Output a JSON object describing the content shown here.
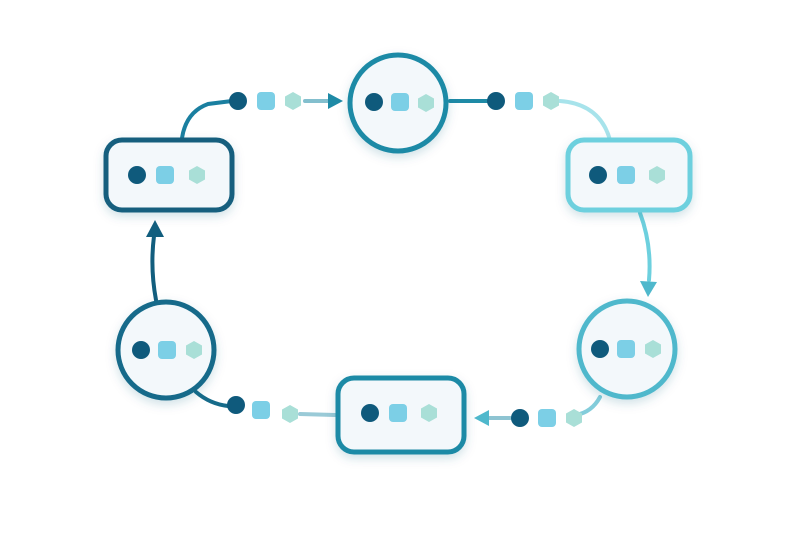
{
  "diagram": {
    "kind": "cyclic-flow",
    "direction": "clockwise",
    "nodes": [
      {
        "id": "node-top",
        "shape": "circle",
        "color": "#1e8aa6",
        "icons": [
          "dot-icon",
          "square-icon",
          "hexagon-icon"
        ]
      },
      {
        "id": "node-top-right",
        "shape": "rounded-rect",
        "color": "#5cc5d6",
        "icons": [
          "dot-icon",
          "square-icon",
          "hexagon-icon"
        ]
      },
      {
        "id": "node-bottom-right",
        "shape": "circle",
        "color": "#4fb8cc",
        "icons": [
          "dot-icon",
          "square-icon",
          "hexagon-icon"
        ]
      },
      {
        "id": "node-bottom",
        "shape": "rounded-rect",
        "color": "#1e8aa6",
        "icons": [
          "dot-icon",
          "square-icon",
          "hexagon-icon"
        ]
      },
      {
        "id": "node-bottom-left",
        "shape": "circle",
        "color": "#166b8a",
        "icons": [
          "dot-icon",
          "square-icon",
          "hexagon-icon"
        ]
      },
      {
        "id": "node-top-left",
        "shape": "rounded-rect",
        "color": "#125e7e",
        "icons": [
          "dot-icon",
          "square-icon",
          "hexagon-icon"
        ]
      }
    ],
    "connectors": [
      {
        "from": "node-top-left",
        "to": "node-top",
        "tokens": 3,
        "arrow": true
      },
      {
        "from": "node-top",
        "to": "node-top-right",
        "tokens": 3,
        "arrow": false
      },
      {
        "from": "node-top-right",
        "to": "node-bottom-right",
        "tokens": 0,
        "arrow": true
      },
      {
        "from": "node-bottom-right",
        "to": "node-bottom",
        "tokens": 3,
        "arrow": true
      },
      {
        "from": "node-bottom",
        "to": "node-bottom-left",
        "tokens": 3,
        "arrow": false
      },
      {
        "from": "node-bottom-left",
        "to": "node-top-left",
        "tokens": 0,
        "arrow": true
      }
    ],
    "colors": {
      "dot": "#0f5a7c",
      "square": "#7ccfe6",
      "hexagon": "#a9dfd7",
      "node_fill": "#f3f8fb",
      "dark_teal": "#125e7e",
      "light_teal": "#6dd0de"
    }
  }
}
